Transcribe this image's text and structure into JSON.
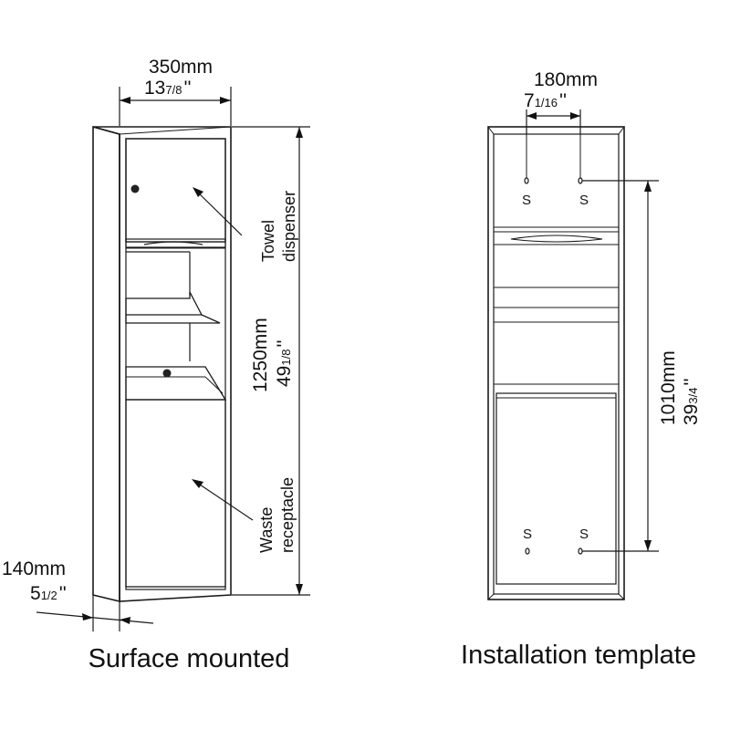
{
  "surface": {
    "caption": "Surface mounted",
    "width_mm": "350mm",
    "width_in_whole": "13",
    "width_in_frac": "7/8",
    "width_in_mark": "''",
    "height_mm": "1250mm",
    "height_in_whole": "49",
    "height_in_frac": "1/8",
    "height_in_mark": "''",
    "depth_mm": "140mm",
    "depth_in_whole": "5",
    "depth_in_frac": "1/2",
    "depth_in_mark": "''",
    "label_towel_1": "Towel",
    "label_towel_2": "dispenser",
    "label_waste_1": "Waste",
    "label_waste_2": "receptacle"
  },
  "template": {
    "caption": "Installation template",
    "width_mm": "180mm",
    "width_in_whole": "7",
    "width_in_frac": "1/16",
    "width_in_mark": "''",
    "height_mm": "1010mm",
    "height_in_whole": "39",
    "height_in_frac": "3/4",
    "height_in_mark": "''",
    "screw_mark": "S"
  }
}
